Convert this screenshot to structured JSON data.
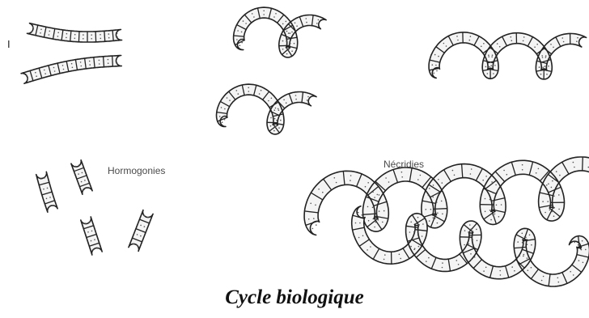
{
  "figure": {
    "caption": "Cycle biologique",
    "labels": {
      "marker": "I",
      "hormogonies": "Hormogonies",
      "necridies": "Nécridies"
    }
  },
  "colors": {
    "outline": "#222222",
    "cell_fill": "#f4f4f4",
    "dots": "#555555",
    "background": "#ffffff"
  }
}
